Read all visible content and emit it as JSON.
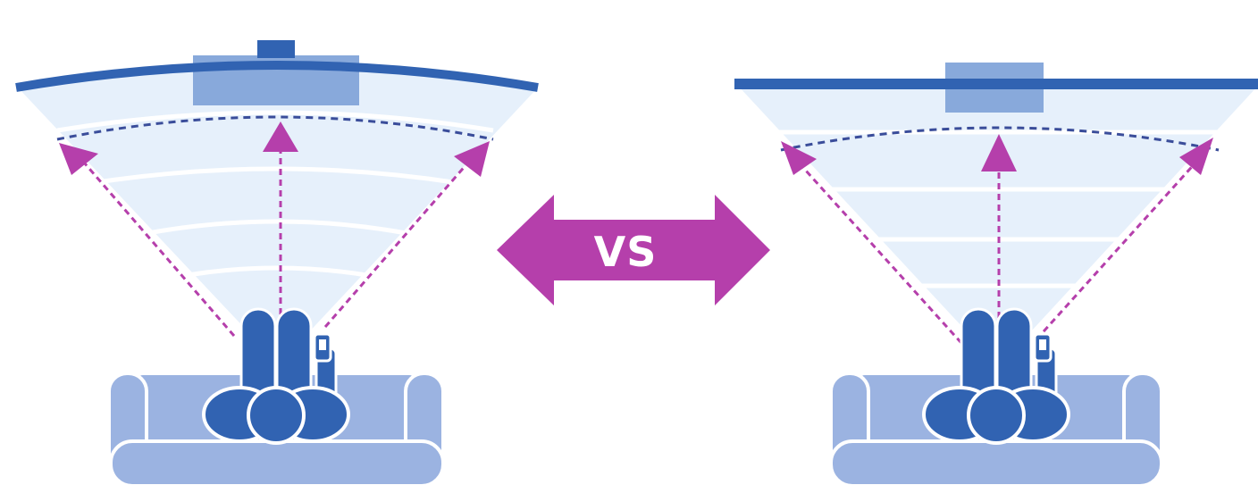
{
  "comparison": {
    "label": "VS"
  },
  "colors": {
    "tv_body": "#3163b2",
    "tv_panel": "#88a9db",
    "viewing_cone": "#e6f0fb",
    "arc_line": "#3a4d9a",
    "sight_arrow": "#b53fab",
    "person": "#3163b2",
    "sofa": "#9bb3e1",
    "vs_arrow": "#b53fab",
    "vs_text": "#ffffff"
  },
  "scenes": [
    {
      "tv_type": "curved",
      "icons": [
        "curved-tv-icon",
        "viewer-icon",
        "sofa-icon",
        "remote-icon"
      ]
    },
    {
      "tv_type": "flat",
      "icons": [
        "flat-tv-icon",
        "viewer-icon",
        "sofa-icon",
        "remote-icon"
      ]
    }
  ]
}
